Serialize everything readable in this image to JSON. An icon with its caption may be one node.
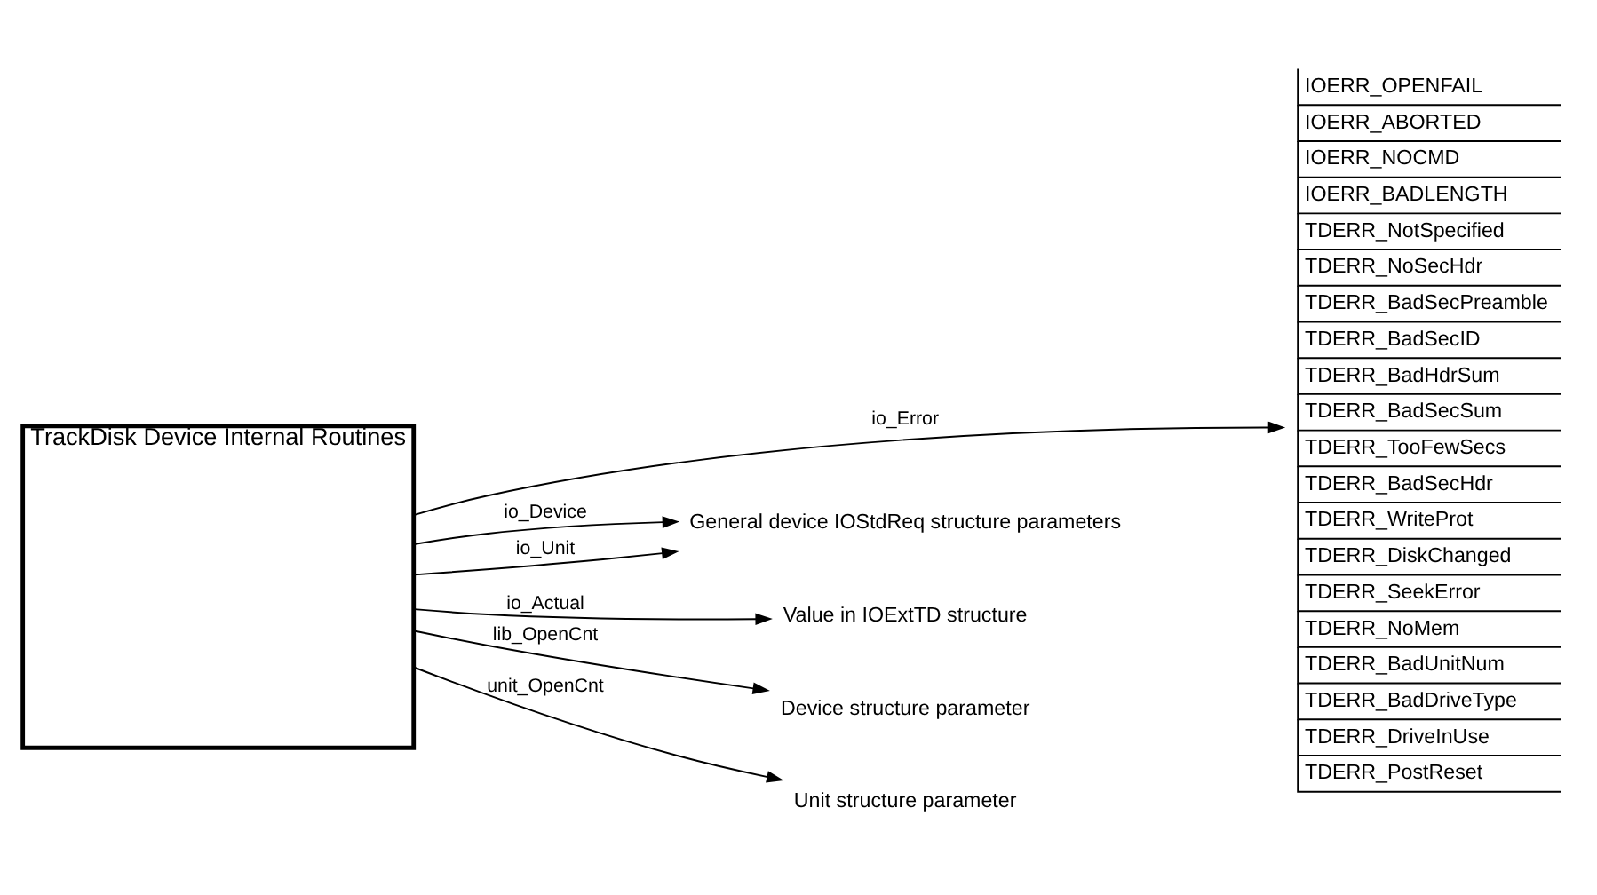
{
  "diagram": {
    "nodes": [
      {
        "text": [
          "TrackDisk Device Internal Routines"
        ]
      },
      {
        "text": [
          "IOERR_OPENFAIL",
          "IOERR_ABORTED",
          "IOERR_NOCMD",
          "IOERR_BADLENGTH",
          "TDERR_NotSpecified",
          "TDERR_NoSecHdr",
          "TDERR_BadSecPreamble",
          "TDERR_BadSecID",
          "TDERR_BadHdrSum",
          "TDERR_BadSecSum",
          "TDERR_TooFewSecs",
          "TDERR_BadSecHdr",
          "TDERR_WriteProt",
          "TDERR_DiskChanged",
          "TDERR_SeekError",
          "TDERR_NoMem",
          "TDERR_BadUnitNum",
          "TDERR_BadDriveType",
          "TDERR_DriveInUse",
          "TDERR_PostReset"
        ]
      },
      {
        "text": [
          "General device IOStdReq structure parameters"
        ]
      },
      {
        "text": [
          "Value in IOExtTD structure"
        ]
      },
      {
        "text": [
          "Device structure parameter"
        ]
      },
      {
        "text": [
          "Unit structure parameter"
        ]
      }
    ],
    "edges": [
      {
        "from": 0,
        "to": 2,
        "arrow": "to",
        "label": "io_Device"
      },
      {
        "from": 0,
        "to": 2,
        "arrow": "to",
        "label": "io_Unit"
      },
      {
        "from": 0,
        "to": 1,
        "arrow": "to",
        "label": "io_Error"
      },
      {
        "from": 0,
        "to": 3,
        "arrow": "to",
        "label": "io_Actual"
      },
      {
        "from": 0,
        "to": 4,
        "arrow": "to",
        "label": "lib_OpenCnt"
      },
      {
        "from": 0,
        "to": 5,
        "arrow": "to",
        "label": "unit_OpenCnt"
      }
    ]
  }
}
